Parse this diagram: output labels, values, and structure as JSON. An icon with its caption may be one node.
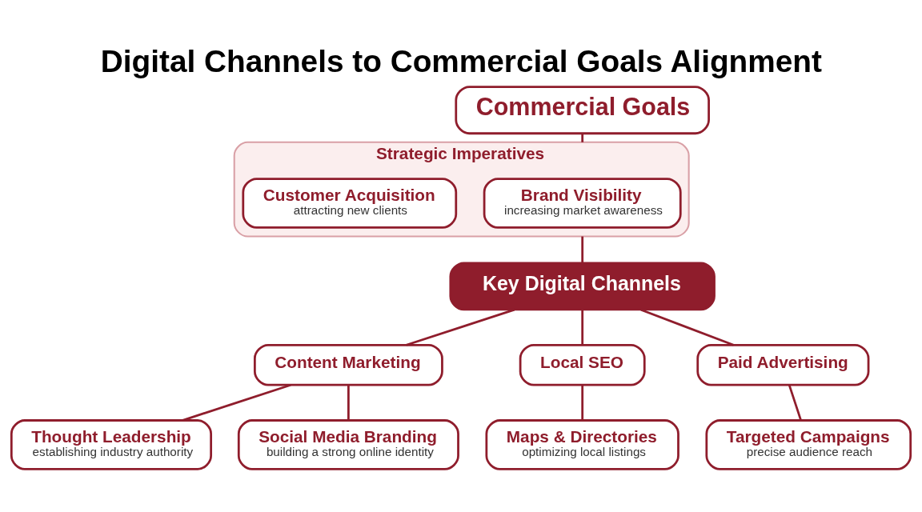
{
  "diagram": {
    "title": "Digital Channels to Commercial Goals Alignment",
    "nodes": [
      {
        "text": [
          "Commercial Goals"
        ]
      },
      {
        "text": [
          "Strategic Imperatives"
        ]
      },
      {
        "text": [
          "Brand Visibility",
          "increasing market awareness"
        ],
        "in": 1
      },
      {
        "text": [
          "Customer Acquisition",
          "attracting new clients"
        ],
        "in": 1
      },
      {
        "text": [
          "Key Digital Channels"
        ]
      },
      {
        "text": [
          "Content Marketing"
        ]
      },
      {
        "text": [
          "Local SEO"
        ]
      },
      {
        "text": [
          "Paid Advertising"
        ]
      },
      {
        "text": [
          "Thought Leadership",
          "establishing industry authority"
        ]
      },
      {
        "text": [
          "Social Media Branding",
          "building a strong online identity"
        ]
      },
      {
        "text": [
          "Maps & Directories",
          "optimizing local listings"
        ]
      },
      {
        "text": [
          "Targeted Campaigns",
          "precise audience reach"
        ]
      }
    ],
    "edges": [
      {
        "from": 0,
        "to": 1,
        "arrow": "none"
      },
      {
        "from": 1,
        "to": 4,
        "arrow": "none"
      },
      {
        "from": 4,
        "to": 5,
        "arrow": "none"
      },
      {
        "from": 4,
        "to": 6,
        "arrow": "none"
      },
      {
        "from": 4,
        "to": 7,
        "arrow": "none"
      },
      {
        "from": 5,
        "to": 8,
        "arrow": "none"
      },
      {
        "from": 5,
        "to": 9,
        "arrow": "none"
      },
      {
        "from": 6,
        "to": 10,
        "arrow": "none"
      },
      {
        "from": 7,
        "to": 11,
        "arrow": "none"
      }
    ]
  }
}
